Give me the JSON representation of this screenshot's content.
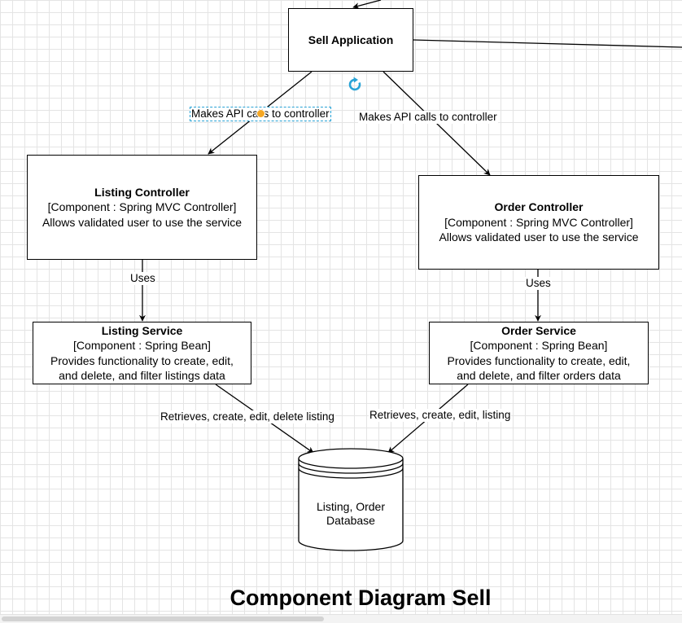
{
  "nodes": {
    "sell_application": {
      "title": "Sell Application"
    },
    "listing_controller": {
      "title": "Listing Controller",
      "stereotype": "[Component : Spring MVC Controller]",
      "description": "Allows validated user to use the service"
    },
    "order_controller": {
      "title": "Order Controller",
      "stereotype": "[Component : Spring MVC Controller]",
      "description": "Allows validated user to use the service"
    },
    "listing_service": {
      "title": "Listing Service",
      "stereotype": "[Component : Spring Bean]",
      "description_line1": "Provides functionality to create, edit,",
      "description_line2": "and delete, and filter listings data"
    },
    "order_service": {
      "title": "Order Service",
      "stereotype": "[Component : Spring Bean]",
      "description_line1": "Provides functionality to create, edit,",
      "description_line2": "and delete, and filter orders data"
    },
    "database": {
      "line1": "Listing, Order",
      "line2": "Database"
    }
  },
  "edges": {
    "app_to_listing_controller": "Makes API calls to controller",
    "app_to_order_controller": "Makes API calls to controller",
    "listing_controller_to_service": "Uses",
    "order_controller_to_service": "Uses",
    "listing_service_to_db": "Retrieves, create, edit, delete listing",
    "order_service_to_db": "Retrieves, create, edit, listing"
  },
  "diagram_title": "Component Diagram Sell",
  "colors": {
    "stroke": "#000000",
    "grid": "#e4e4e4",
    "selection": "#29a3d6",
    "handle": "#f5a623",
    "rotate_icon": "#29a3d6"
  },
  "icons": {
    "rotate": "rotate-handle-icon"
  }
}
